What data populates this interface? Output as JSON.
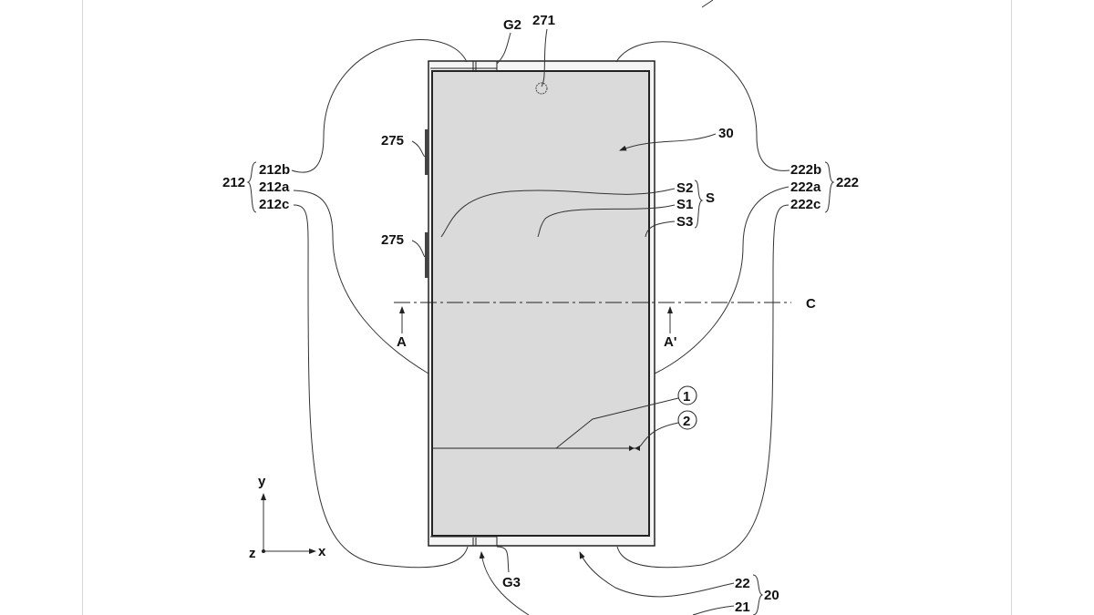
{
  "figure": {
    "labels": {
      "g2": "G2",
      "n271": "271",
      "n30": "30",
      "n275_top": "275",
      "n275_bottom": "275",
      "n212": "212",
      "n212b": "212b",
      "n212a": "212a",
      "n212c": "212c",
      "n222": "222",
      "n222b": "222b",
      "n222a": "222a",
      "n222c": "222c",
      "s": "S",
      "s1": "S1",
      "s2": "S2",
      "s3": "S3",
      "c": "C",
      "a": "A",
      "a_prime": "A'",
      "circle1": "1",
      "circle2": "2",
      "g3": "G3",
      "n20": "20",
      "n21": "21",
      "n22": "22"
    },
    "axes": {
      "x": "x",
      "y": "y",
      "z": "z"
    },
    "colors": {
      "line": "#222222",
      "screen": "#dadada"
    }
  }
}
